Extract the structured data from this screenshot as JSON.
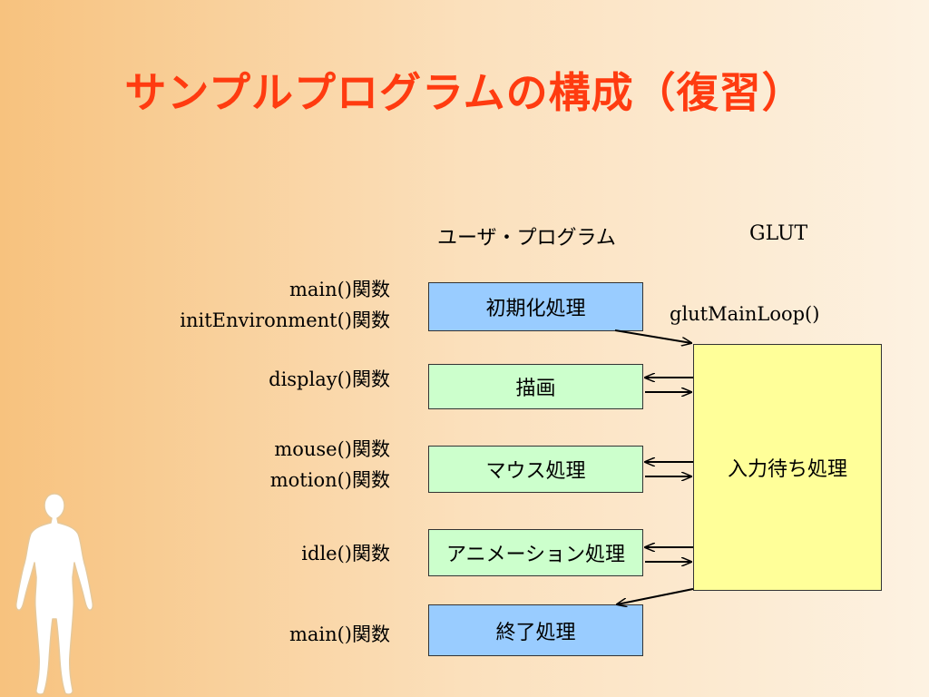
{
  "slide": {
    "title": "サンプルプログラムの構成（復習）"
  },
  "columns": {
    "user_program": "ユーザ・プログラム",
    "glut": "GLUT"
  },
  "labels": {
    "main_init_1": "main()関数",
    "main_init_2": "initEnvironment()関数",
    "display": "display()関数",
    "mouse": "mouse()関数",
    "motion": "motion()関数",
    "idle": "idle()関数",
    "main_end": "main()関数",
    "glut_main_loop": "glutMainLoop()"
  },
  "boxes": {
    "init": "初期化処理",
    "draw": "描画",
    "mouse": "マウス処理",
    "animation": "アニメーション処理",
    "finish": "終了処理",
    "wait": "入力待ち処理"
  },
  "colors": {
    "title": "#ff3b10",
    "blue_box": "#99ccff",
    "green_box": "#ccffcc",
    "yellow_box": "#ffff99"
  }
}
